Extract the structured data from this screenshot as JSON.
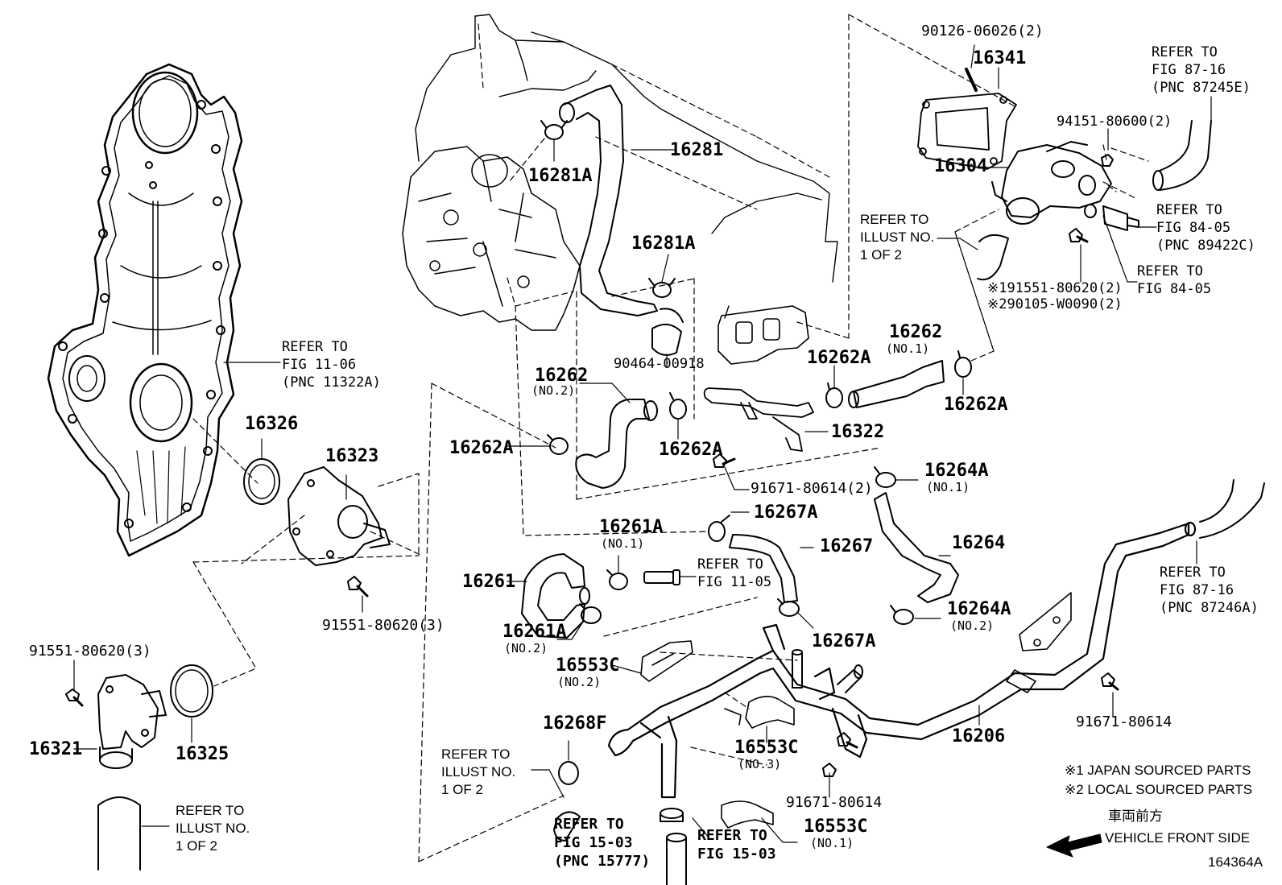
{
  "diagram_id": "164364A",
  "legend": {
    "note1": "※1 JAPAN SOURCED PARTS",
    "note2": "※2 LOCAL SOURCED PARTS"
  },
  "direction": {
    "jp": "車両前方",
    "en": "VEHICLE FRONT SIDE"
  },
  "parts": {
    "p90126": "90126-06026(2)",
    "p16341": "16341",
    "p94151": "94151-80600(2)",
    "p16304": "16304",
    "p16281": "16281",
    "p16281A_a": "16281A",
    "p16281A_b": "16281A",
    "p90464": "90464-00918",
    "p16262_no2": "16262",
    "p16262_no2_sub": "(NO.2)",
    "p16262_no1": "16262",
    "p16262_no1_sub": "(NO.1)",
    "p16262A_a": "16262A",
    "p16262A_b": "16262A",
    "p16262A_c": "16262A",
    "p16262A_d": "16262A",
    "p16322": "16322",
    "p91671_2": "91671-80614(2)",
    "p16264A_no1": "16264A",
    "p16264A_no1_sub": "(NO.1)",
    "p16264": "16264",
    "p16264A_no2": "16264A",
    "p16264A_no2_sub": "(NO.2)",
    "p16267A_a": "16267A",
    "p16267": "16267",
    "p16267A_b": "16267A",
    "p16261A_no1": "16261A",
    "p16261A_no1_sub": "(NO.1)",
    "p16261": "16261",
    "p16261A_no2": "16261A",
    "p16261A_no2_sub": "(NO.2)",
    "p16326": "16326",
    "p16323": "16323",
    "p91551_3a": "91551-80620(3)",
    "p91551_3b": "91551-80620(3)",
    "p16321": "16321",
    "p16325": "16325",
    "p16553C_no2": "16553C",
    "p16553C_no2_sub": "(NO.2)",
    "p16553C_no3": "16553C",
    "p16553C_no3_sub": "(NO.3)",
    "p16553C_no1": "16553C",
    "p16553C_no1_sub": "(NO.1)",
    "p16268F": "16268F",
    "p16206": "16206",
    "p91671_a": "91671-80614",
    "p91671_b": "91671-80614",
    "p191551": "※191551-80620(2)",
    "p290105": "※290105-W0090(2)"
  },
  "refs": {
    "r87_16_top": "REFER TO\nFIG 87-16\n(PNC 87245E)",
    "r84_05_a": "REFER TO\nFIG 84-05\n(PNC 89422C)",
    "r84_05_b": "REFER TO\nFIG 84-05",
    "r_illust_top": "REFER TO\nILLUST NO.\n1 OF 2",
    "r11_06": "REFER TO\nFIG 11-06\n(PNC 11322A)",
    "r11_05": "REFER TO\nFIG 11-05",
    "r87_16_right": "REFER TO\nFIG 87-16\n(PNC 87246A)",
    "r_illust_left": "REFER TO\nILLUST NO.\n1 OF 2",
    "r_illust_mid": "REFER TO\nILLUST NO.\n1 OF 2",
    "r15_03_a": "REFER TO\nFIG 15-03\n(PNC 15777)",
    "r15_03_b": "REFER TO\nFIG 15-03"
  }
}
